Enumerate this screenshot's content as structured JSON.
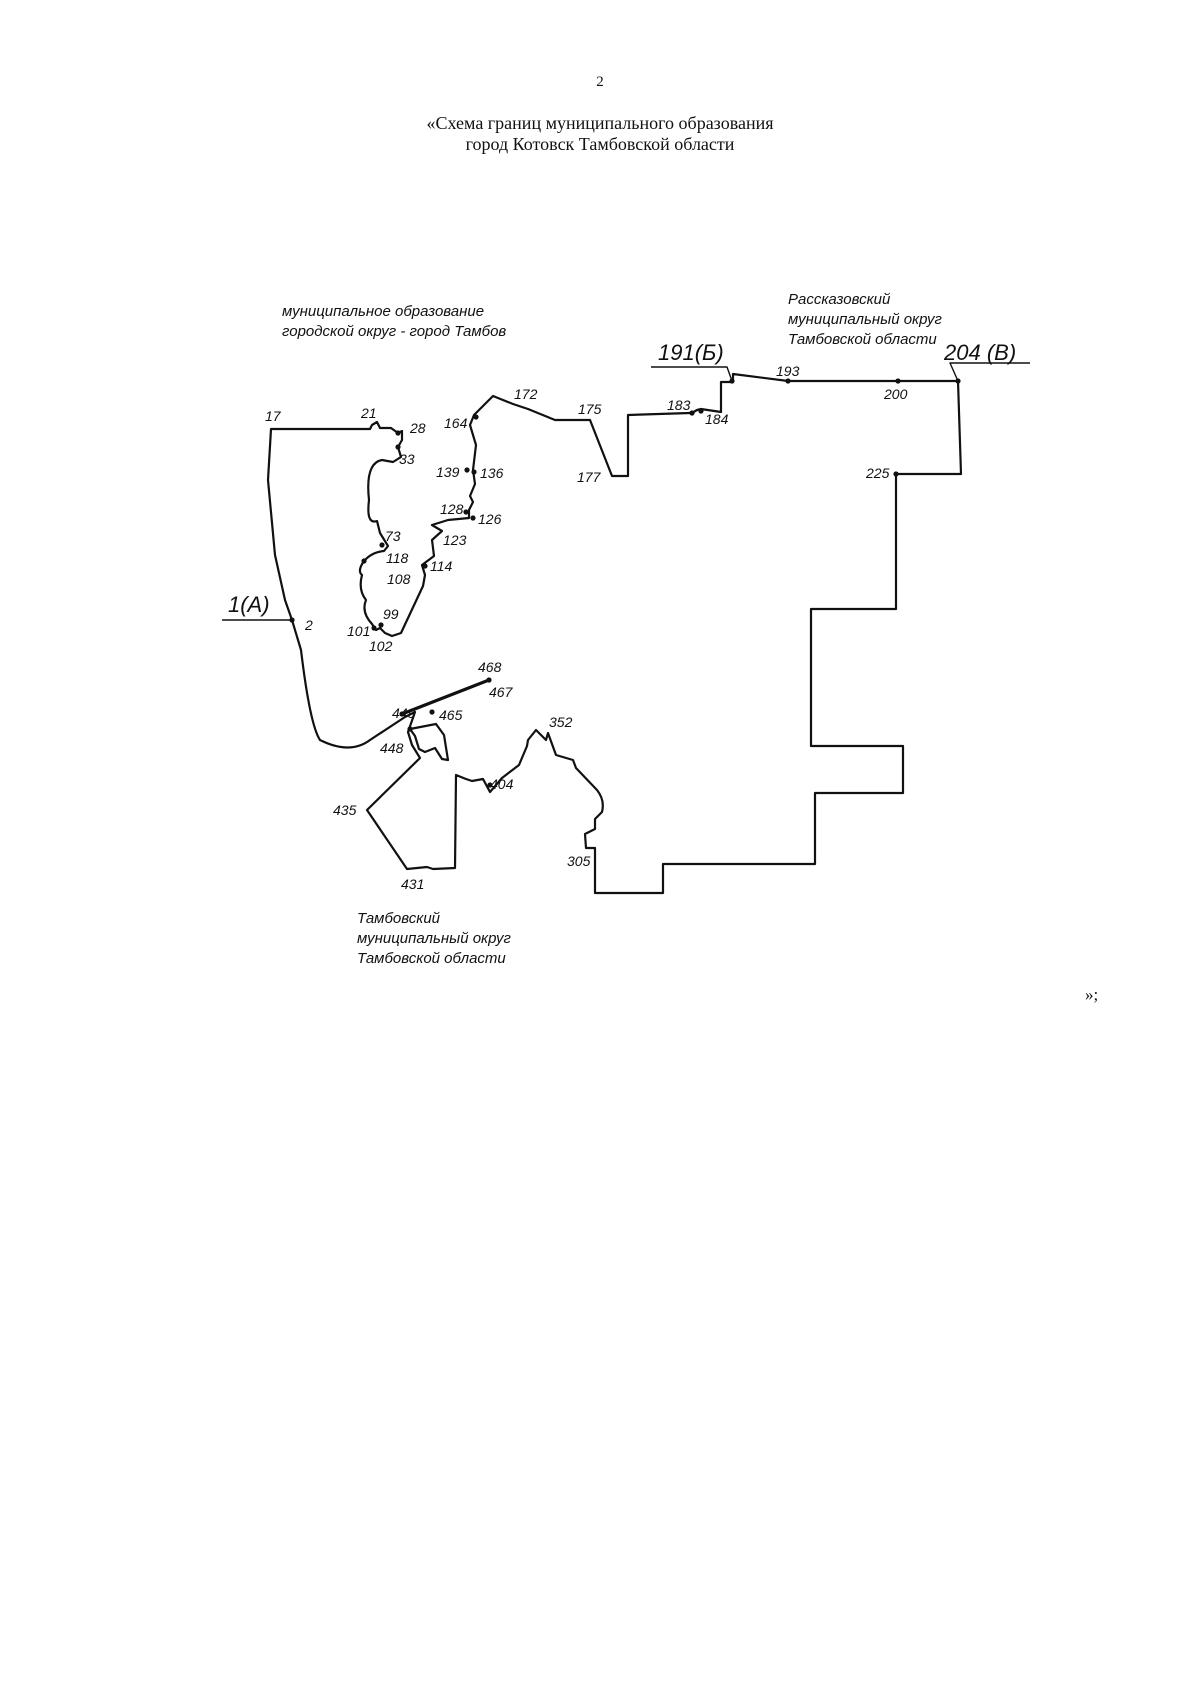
{
  "page_number": "2",
  "title": {
    "line1": "«Схема границ муниципального образования",
    "line2": "город Котовск Тамбовской области"
  },
  "closing_mark": "»;",
  "map": {
    "regions": {
      "tambov_city": {
        "line1": "муниципальное образование",
        "line2": "городской округ - город Тамбов"
      },
      "rasskazovo": {
        "line1": "Рассказовский",
        "line2": "муниципальный округ",
        "line3": "Тамбовской области"
      },
      "tambov_district": {
        "line1": "Тамбовский",
        "line2": "муниципальный округ",
        "line3": "Тамбовской области"
      }
    },
    "key_points": {
      "a": "1(А)",
      "b": "191(Б)",
      "c": "204 (В)"
    },
    "points": [
      "2",
      "17",
      "21",
      "28",
      "33",
      "73",
      "118",
      "114",
      "108",
      "99",
      "101",
      "102",
      "123",
      "126",
      "128",
      "136",
      "139",
      "164",
      "172",
      "175",
      "177",
      "183",
      "184",
      "193",
      "200",
      "225",
      "352",
      "404",
      "305",
      "431",
      "435",
      "448",
      "449",
      "465",
      "467",
      "468"
    ]
  }
}
